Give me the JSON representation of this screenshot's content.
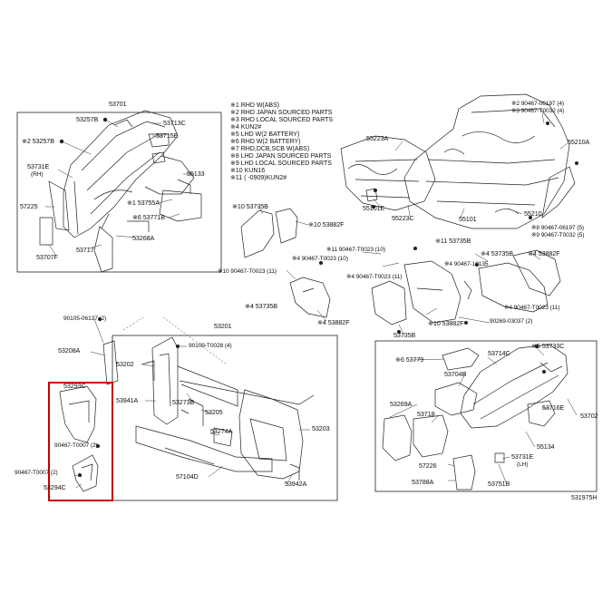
{
  "diagram_code": "531975H",
  "notes": [
    "※1 RHD W(ABS)",
    "※2 RHD JAPAN SOURCED PARTS",
    "※3 RHD LOCAL SOURCED PARTS",
    "※4 KUN2#",
    "※5 LHD W(2 BATTERY)",
    "※6 RHD W(2 BATTERY)",
    "※7 RHD,DCB,SCB W(ABS)",
    "※8 LHD JAPAN SOURCED PARTS",
    "※9 LHD LOCAL SOURCED PARTS",
    "※10 KUN16",
    "※11 (     -0909)KUN2#"
  ],
  "group_top_left": {
    "title": "53701",
    "labels": [
      "53257B",
      "※2 53257B",
      "53713C",
      "53715E",
      "53731E",
      "(RH)",
      "55133",
      "57225",
      "※1 53755A",
      "※6 53771B",
      "53268A",
      "53717",
      "53707F"
    ]
  },
  "group_top_right": {
    "labels": [
      "※2 90467-06197 (4)",
      "※3 90467-T0032 (4)",
      "55223A",
      "55210A",
      "55101E",
      "55223C",
      "55101",
      "55210",
      "※8 90467-06197 (5)",
      "※9 90467-T0032 (5)"
    ]
  },
  "group_middle": {
    "labels": [
      "※10 53735B",
      "※10 53882F",
      "※11 90467-T0023 (10)",
      "※4 90467-T0023 (10)",
      "※11 53735B",
      "※4 53735B",
      "※4 53882F",
      "※4 90467-10135",
      "※10 90467-T0023 (11)",
      "※4 90467-T0023 (11)",
      "※4 53735B",
      "※4 53882F",
      "※4 90467-T0023 (11)",
      "※10 53882F",
      "53735B",
      "90269-03037 (2)"
    ]
  },
  "group_center": {
    "title": "53201",
    "labels": [
      "90105-06137 (2)",
      "53208A",
      "90109-T0028 (4)",
      "53202",
      "53941A",
      "53273B",
      "53205",
      "53274A",
      "53203",
      "57104D",
      "53942A"
    ]
  },
  "group_highlighted": {
    "labels": [
      "53293C",
      "90467-T0007 (2)",
      "90467-T0007 (2)",
      "53294C"
    ]
  },
  "group_bottom_right": {
    "title": "53702",
    "labels": [
      "※5 53733C",
      "※6 53779",
      "53714C",
      "53704B",
      "53269A",
      "53718",
      "53716E",
      "55134",
      "53731E",
      "(LH)",
      "57226",
      "53788A",
      "53751B"
    ]
  }
}
